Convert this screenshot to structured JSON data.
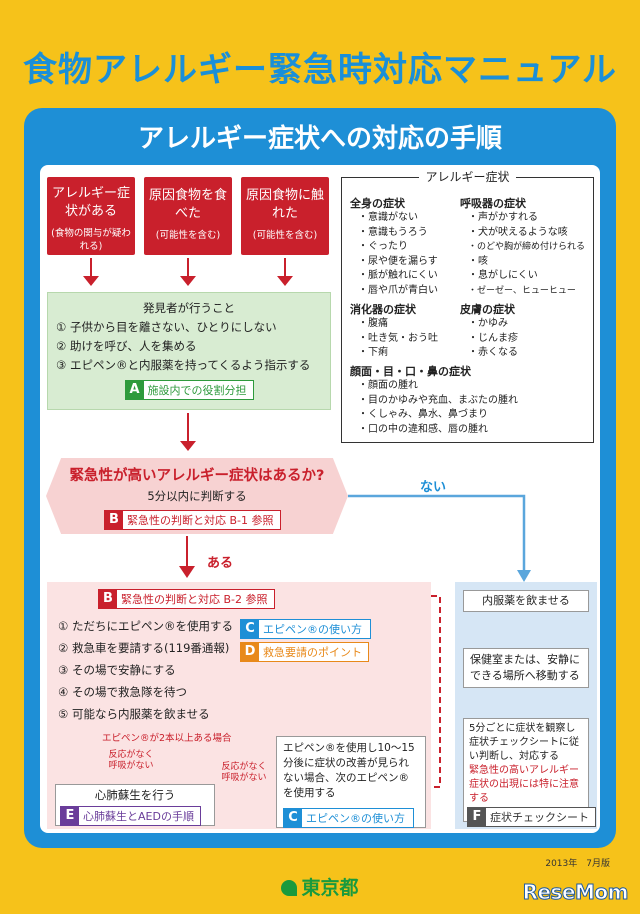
{
  "title": "食物アレルギー緊急時対応マニュアル",
  "subtitle": "アレルギー症状への対応の手順",
  "triggers": [
    {
      "main": "アレルギー症状がある",
      "note": "(食物の関与が疑われる)"
    },
    {
      "main": "原因食物を食べた",
      "note": "(可能性を含む)"
    },
    {
      "main": "原因食物に触れた",
      "note": "(可能性を含む)"
    }
  ],
  "finder": {
    "heading": "発見者が行うこと",
    "items": [
      "① 子供から目を離さない、ひとりにしない",
      "② 助けを呼び、人を集める",
      "③ エピペン®と内服薬を持ってくるよう指示する"
    ],
    "tag_letter": "A",
    "tag_label": "施設内での役割分担"
  },
  "symptoms": {
    "title": "アレルギー症状",
    "zenshin": {
      "head": "全身の症状",
      "items": [
        "・意識がない",
        "・意識もうろう",
        "・ぐったり",
        "・尿や便を漏らす",
        "・脈が触れにくい",
        "・唇や爪が青白い"
      ]
    },
    "kokyuki": {
      "head": "呼吸器の症状",
      "items": [
        "・声がかすれる",
        "・犬が吠えるような咳",
        "・のどや胸が締め付けられる",
        "・咳",
        "・息がしにくい",
        "・ゼーゼー、ヒューヒュー"
      ]
    },
    "shokaki": {
      "head": "消化器の症状",
      "items": [
        "・腹痛",
        "・吐き気・おう吐",
        "・下痢"
      ]
    },
    "hifu": {
      "head": "皮膚の症状",
      "items": [
        "・かゆみ",
        "・じんま疹",
        "・赤くなる"
      ]
    },
    "ganmen": {
      "head": "顔面・目・口・鼻の症状",
      "items": [
        "・顔面の腫れ",
        "・目のかゆみや充血、まぶたの腫れ",
        "・くしゃみ、鼻水、鼻づまり",
        "・口の中の違和感、唇の腫れ"
      ]
    }
  },
  "question": {
    "text": "緊急性が高いアレルギー症状はあるか?",
    "sub": "5分以内に判断する",
    "tag_letter": "B",
    "tag_label": "緊急性の判断と対応 B-1 参照"
  },
  "yes_label": "ある",
  "no_label": "ない",
  "emergency": {
    "tag_letter": "B",
    "tag_label": "緊急性の判断と対応 B-2 参照",
    "items": [
      "① ただちにエピペン®を使用する",
      "② 救急車を要請する(119番通報)",
      "③ その場で安静にする",
      "④ その場で救急隊を待つ",
      "⑤ 可能なら内服薬を飲ませる"
    ],
    "tag_c_letter": "C",
    "tag_c_label": "エピペン®の使い方",
    "tag_d_letter": "D",
    "tag_d_label": "救急要請のポイント",
    "epi_two": "エピペン®が2本以上ある場合",
    "no_response1": "反応がなく呼吸がない",
    "no_response2": "反応がなく呼吸がない",
    "epi_again": "エピペン®を使用し10〜15分後に症状の改善が見られない場合、次のエピペン®を使用する",
    "tag_c2_letter": "C",
    "tag_c2_label": "エピペン®の使い方",
    "cpr": "心肺蘇生を行う",
    "tag_e_letter": "E",
    "tag_e_label": "心肺蘇生とAEDの手順"
  },
  "nonemergency": {
    "step1": "内服薬を飲ませる",
    "step2": "保健室または、安静にできる場所へ移動する",
    "step3": "5分ごとに症状を観察し症状チェックシートに従い判断し、対応する",
    "step3_note": "緊急性の高いアレルギー症状の出現には特に注意する",
    "tag_f_letter": "F",
    "tag_f_label": "症状チェックシート"
  },
  "footer": {
    "date": "2013年　7月版",
    "org": "東京都",
    "watermark": "ReseMom"
  },
  "colors": {
    "red": "#c9202c",
    "blue": "#1e8fd6",
    "green": "#2e9a3c",
    "purple": "#6a3d9a",
    "orange": "#e8891a"
  }
}
